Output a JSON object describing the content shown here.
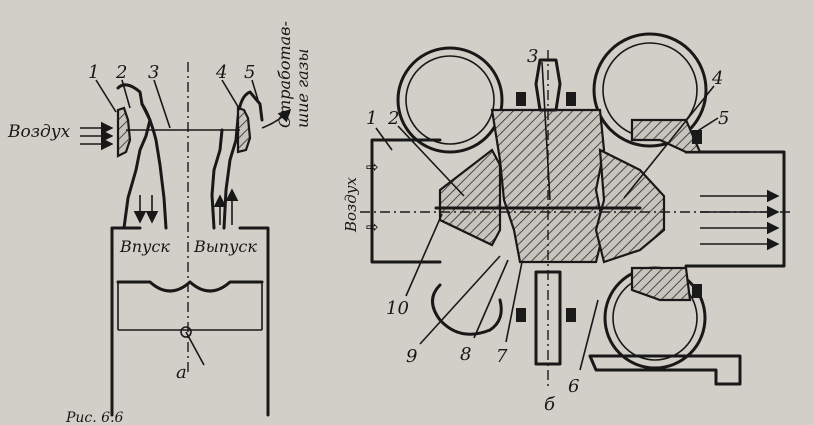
{
  "figure_a": {
    "labels": {
      "n1": "1",
      "n2": "2",
      "n3": "3",
      "n4": "4",
      "n5": "5"
    },
    "air_label": "Воздух",
    "exhaust_label_line1": "Отработав-",
    "exhaust_label_line2": "шие газы",
    "intake_label": "Впуск",
    "exhaust_port_label": "Выпуск",
    "caption": "а"
  },
  "figure_b": {
    "labels": {
      "n1": "1",
      "n2": "2",
      "n3": "3",
      "n4": "4",
      "n5": "5",
      "n6": "6",
      "n7": "7",
      "n8": "8",
      "n9": "9",
      "n10": "10"
    },
    "air_label": "Воздух",
    "caption": "б"
  },
  "page_caption": "Рис. 6.6"
}
